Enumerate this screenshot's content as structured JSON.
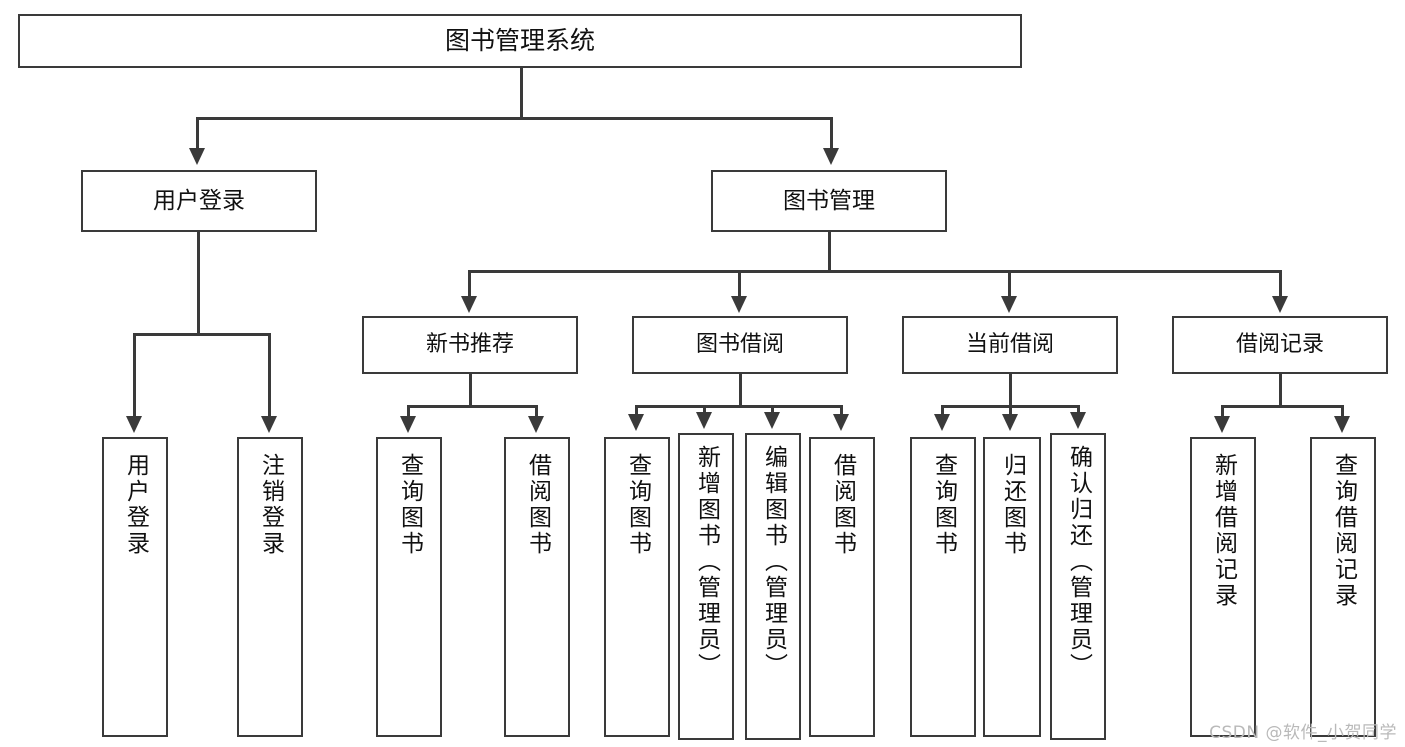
{
  "diagram": {
    "title": "图书管理系统",
    "type": "tree-hierarchy-chart",
    "watermark": "CSDN @软件_小贺同学",
    "colors": {
      "stroke": "#3a3a3a",
      "fill": "#ffffff",
      "text": "#111111",
      "watermark": "#b9b9b9"
    }
  },
  "root": {
    "label": "图书管理系统"
  },
  "level1": [
    {
      "label": "用户登录"
    },
    {
      "label": "图书管理"
    }
  ],
  "level2": [
    {
      "label": "新书推荐"
    },
    {
      "label": "图书借阅"
    },
    {
      "label": "当前借阅"
    },
    {
      "label": "借阅记录"
    }
  ],
  "leaves": {
    "user_login": [
      {
        "label": "用户登录"
      },
      {
        "label": "注销登录"
      }
    ],
    "new_book_recommend": [
      {
        "label": "查询图书"
      },
      {
        "label": "借阅图书"
      }
    ],
    "book_borrow": [
      {
        "label": "查询图书"
      },
      {
        "label": "新增图书（管理员）"
      },
      {
        "label": "编辑图书（管理员）"
      },
      {
        "label": "借阅图书"
      }
    ],
    "current_borrow": [
      {
        "label": "查询图书"
      },
      {
        "label": "归还图书"
      },
      {
        "label": "确认归还（管理员）"
      }
    ],
    "borrow_record": [
      {
        "label": "新增借阅记录"
      },
      {
        "label": "查询借阅记录"
      }
    ]
  }
}
